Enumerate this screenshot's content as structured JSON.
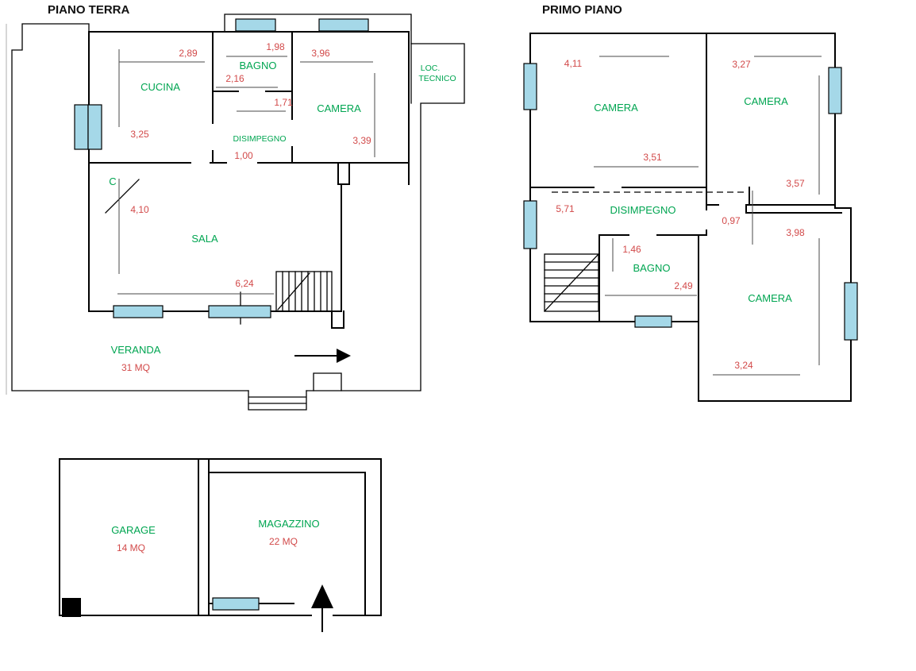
{
  "colors": {
    "room_label": "#00a551",
    "measurement": "#d24a4a",
    "window_fill": "#a5d8e8",
    "wall": "#000000"
  },
  "ground_floor": {
    "title": "PIANO TERRA",
    "rooms": {
      "cucina": "CUCINA",
      "bagno": "BAGNO",
      "camera": "CAMERA",
      "disimpegno": "DISIMPEGNO",
      "sala": "SALA",
      "veranda": "VERANDA",
      "veranda_area": "31 MQ",
      "loc_tecnico_line1": "LOC.",
      "loc_tecnico_line2": "TECNICO",
      "fireplace": "C"
    },
    "measurements": {
      "cucina_top": "2,89",
      "bagno_top": "1,98",
      "camera_top": "3,96",
      "bagno_width": "2,16",
      "disimpegno_width": "1,71",
      "cucina_side": "3,25",
      "camera_side": "3,39",
      "disimpegno_door": "1,00",
      "sala_side": "4,10",
      "sala_bottom": "6,24"
    }
  },
  "first_floor": {
    "title": "PRIMO PIANO",
    "rooms": {
      "camera_nw": "CAMERA",
      "camera_ne": "CAMERA",
      "camera_se": "CAMERA",
      "disimpegno": "DISIMPEGNO",
      "bagno": "BAGNO"
    },
    "measurements": {
      "camera_nw_top": "4,11",
      "camera_ne_top": "3,27",
      "camera_nw_bottom": "3,51",
      "camera_ne_side": "3,57",
      "disimpegno_length": "5,71",
      "passage_width": "0,97",
      "camera_se_side": "3,98",
      "bagno_side": "1,46",
      "bagno_bottom": "2,49",
      "camera_se_bottom": "3,24"
    }
  },
  "annex": {
    "rooms": {
      "garage": "GARAGE",
      "garage_area": "14 MQ",
      "magazzino": "MAGAZZINO",
      "magazzino_area": "22 MQ"
    }
  }
}
